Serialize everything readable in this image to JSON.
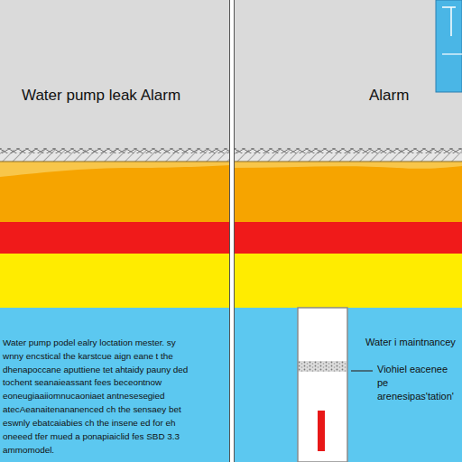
{
  "diagram": {
    "labels": [
      "Water pump leak Alarm",
      "Alarm",
      "Water pump podel ealry loctation mester. sy wnny encstical the karstcue aign eane t the dhenapoccane aputtiene tet ahtaidy pauny ded tochent seanaieassant fees beceontnow eoneugiaaiiomnucaoniaet antnesesegied atecAeanaitenananenced ch the sensaey bet eswnly ebatcaiabies ch the insene ed for eh oneeed tfer mued a ponapiaiclid fes SBD 3.3 ammomodel.",
      "Water i maintnancey",
      "Viohiel eacenee pe arenesipas'tation'"
    ]
  }
}
